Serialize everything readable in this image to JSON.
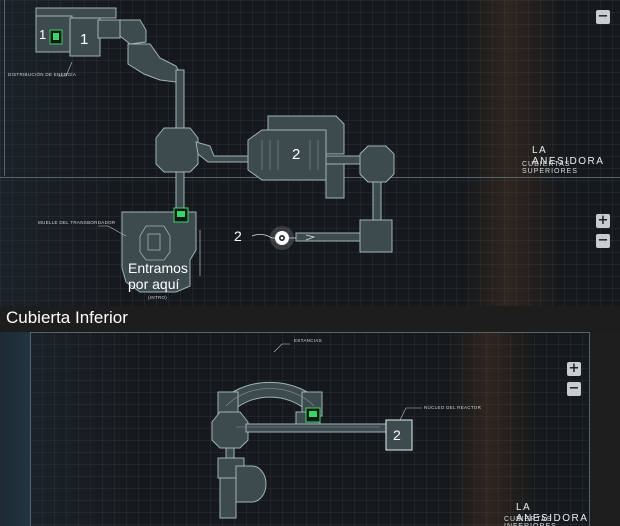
{
  "upper": {
    "title": "LA ANESIDORA",
    "subtitle": "CUBIERTAS SUPERIORES",
    "labels": {
      "energy": "DISTRIBUCIÓN DE ENERGÍA",
      "dock": "MUELLE DEL TRANSBORDADOR",
      "entry_note": "Entramos por aquí",
      "entry_sub": "(INTRO)",
      "marker_1a": "1",
      "marker_1b": "1",
      "marker_2a": "2",
      "marker_2b": "2"
    },
    "zoom": {
      "plus": "+",
      "minus": "−"
    }
  },
  "caption": "Cubierta Inferior",
  "lower": {
    "title": "LA ANESIDORA",
    "subtitle": "CUBIERTAS INFERIORES",
    "labels": {
      "rooms": "ESTANCIAS",
      "reactor": "NÚCLEO DEL REACTOR",
      "marker_2": "2"
    },
    "zoom": {
      "plus": "+",
      "minus": "−"
    }
  },
  "colors": {
    "room_fill": "#3d4a4e",
    "room_stroke": "#9fb3b8",
    "terminal_green": "#3cd46a",
    "accent_white": "#ffffff"
  },
  "icons": [
    "player-position-icon",
    "terminal-icon",
    "zoom-in-icon",
    "zoom-out-icon"
  ]
}
